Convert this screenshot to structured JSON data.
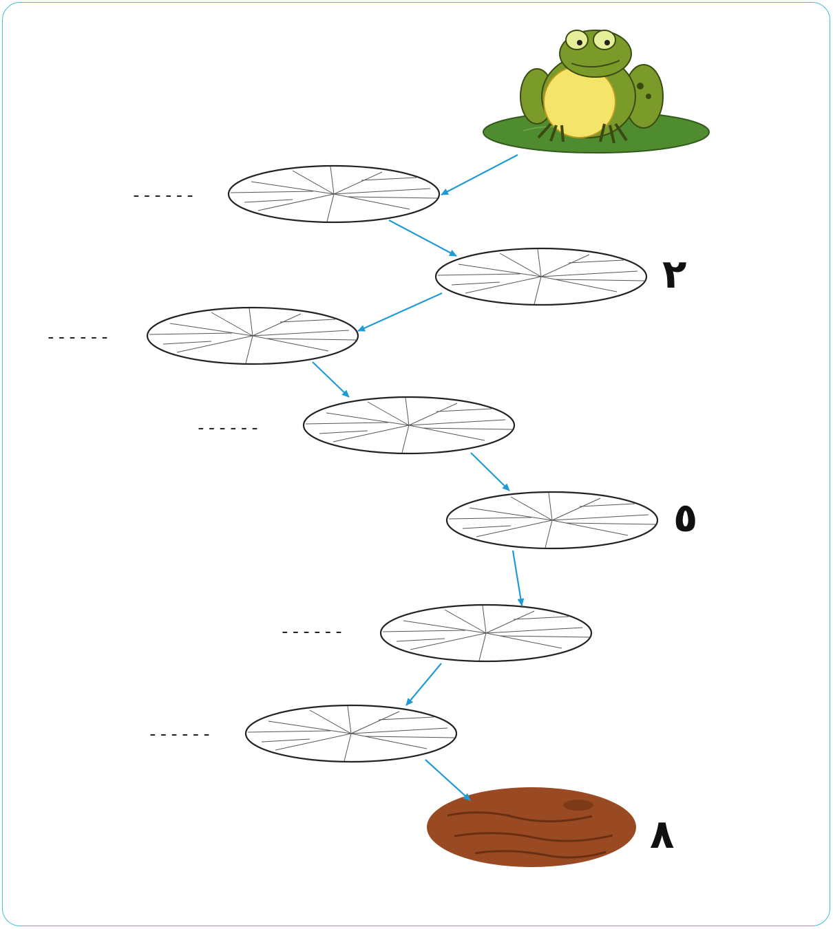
{
  "worksheet": {
    "labels": [
      {
        "id": "pad-2",
        "text": "٢"
      },
      {
        "id": "pad-5",
        "text": "٥"
      },
      {
        "id": "pad-8",
        "text": "٨"
      }
    ],
    "blanks": [
      {
        "id": "pad-1",
        "text": "------"
      },
      {
        "id": "pad-3",
        "text": "------"
      },
      {
        "id": "pad-4",
        "text": "------"
      },
      {
        "id": "pad-6",
        "text": "------"
      },
      {
        "id": "pad-7",
        "text": "------"
      }
    ],
    "colors": {
      "frame_border": "#3bbfd8",
      "arrow": "#1f9ad6",
      "frog_body": "#7a9a2a",
      "frog_belly": "#f4e46a",
      "leaf": "#4f8b2f",
      "mud": "#9a4a22"
    },
    "icons": [
      "frog-on-lily-pad-icon",
      "lily-pad-outline-icon",
      "mud-rock-icon",
      "arrow-icon"
    ]
  }
}
